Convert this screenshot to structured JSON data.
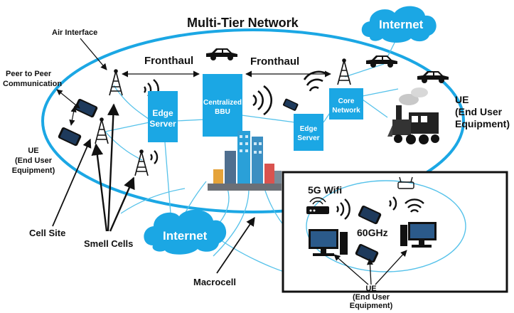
{
  "title": "Multi-Tier Network",
  "labels": {
    "air_interface": "Air Interface",
    "peer_line1": "Peer to Peer",
    "peer_line2": "Communication",
    "fronthaul_left": "Fronthaul",
    "fronthaul_right": "Fronthaul",
    "ue_left": [
      "UE",
      "(End User",
      "Equipment)"
    ],
    "ue_right": [
      "UE",
      "(End User",
      "Equipment)"
    ],
    "ue_bottom": [
      "UE",
      "(End User",
      "Equipment)"
    ],
    "cell_site": "Cell Site",
    "small_cells": "Smell Cells",
    "macrocell": "Macrocell",
    "wifi_5g": "5G Wifi",
    "ghz60": "60GHz"
  },
  "clouds": {
    "top": "Internet",
    "bottom": "Internet"
  },
  "boxes": {
    "edge_left": [
      "Edge",
      "Server"
    ],
    "bbu": [
      "Centralized",
      "BBU"
    ],
    "edge_right": [
      "Edge",
      "Server"
    ],
    "core": [
      "Core",
      "Network"
    ]
  },
  "colors": {
    "accent": "#1ba7e4",
    "box": "#1ba7e4",
    "line": "#56c2ea",
    "text": "#111111"
  }
}
